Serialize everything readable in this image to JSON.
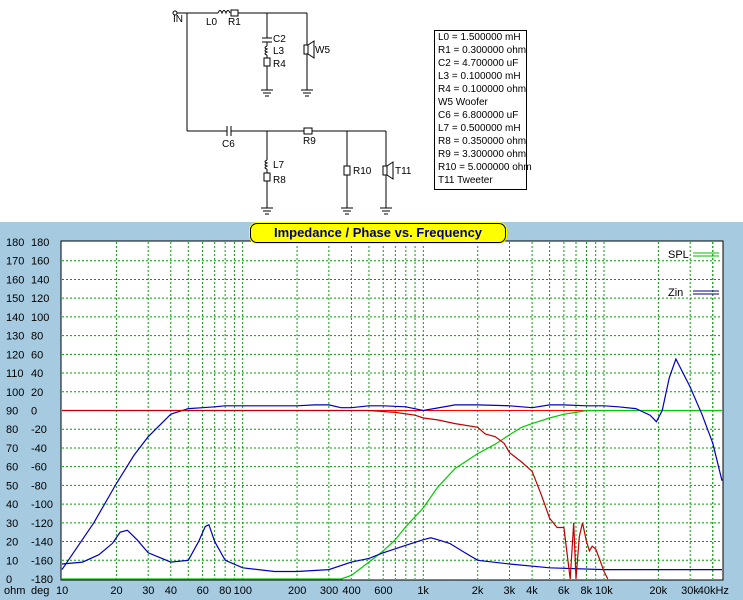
{
  "schematic": {
    "labels": {
      "in": "IN",
      "l0": "L0",
      "r1": "R1",
      "c2": "C2",
      "l3": "L3",
      "r4": "R4",
      "w5": "W5",
      "c6": "C6",
      "l7": "L7",
      "r8": "R8",
      "r9": "R9",
      "r10": "R10",
      "t11": "T11"
    },
    "components": [
      "L0 = 1.500000 mH",
      "R1 = 0.300000 ohm",
      "C2 = 4.700000 uF",
      "L3 = 0.100000 mH",
      "R4 = 0.100000 ohm",
      "W5 Woofer",
      "C6 = 6.800000 uF",
      "L7 = 0.500000 mH",
      "R8 = 0.350000 ohm",
      "R9 = 3.300000 ohm",
      "R10 = 5.000000 ohm",
      "T11 Tweeter"
    ]
  },
  "chart_data": {
    "type": "line",
    "title": "Impedance / Phase vs. Frequency",
    "x_scale": "log",
    "xlim": [
      10,
      45000
    ],
    "x_ticks": [
      10,
      20,
      30,
      40,
      60,
      80,
      100,
      200,
      300,
      400,
      600,
      1000,
      2000,
      3000,
      4000,
      6000,
      8000,
      10000,
      20000,
      30000,
      40000
    ],
    "x_tick_labels": [
      "10",
      "20",
      "30",
      "40",
      "60",
      "80",
      "100",
      "200",
      "300",
      "400",
      "600",
      "1k",
      "2k",
      "3k",
      "4k",
      "6k",
      "8k",
      "10k",
      "20k",
      "30k",
      "40kHz"
    ],
    "y_axes": [
      {
        "unit": "ohm",
        "ticks": [
          "0",
          "10",
          "20",
          "30",
          "40",
          "50",
          "60",
          "70",
          "80",
          "90",
          "100",
          "110",
          "120",
          "130",
          "140",
          "150",
          "160",
          "170",
          "180"
        ],
        "ylim": [
          0,
          180
        ]
      },
      {
        "unit": "deg",
        "ticks": [
          "-180",
          "-160",
          "-140",
          "-120",
          "-100",
          "-80",
          "-60",
          "-40",
          "-20",
          "0",
          "20",
          "40",
          "60",
          "80",
          "100",
          "120",
          "140",
          "160",
          "180"
        ],
        "ylim": [
          -180,
          180
        ]
      }
    ],
    "legend": [
      "SPL",
      "Zin"
    ],
    "legend_colors": [
      "#00bb00",
      "#000080"
    ],
    "grid": true,
    "colors": {
      "plot_bg": "#ffffff",
      "frame_bg": "#a6cae0",
      "grid": "#00a000",
      "axis_ref": "#ff0000"
    },
    "series": [
      {
        "name": "SPL",
        "color": "#00cc00",
        "axis": "ohm",
        "x": [
          10,
          300,
          350,
          400,
          500,
          600,
          700,
          800,
          1000,
          1200,
          1500,
          2000,
          2500,
          3000,
          3500,
          4000,
          5000,
          6000,
          7000,
          8000,
          10000,
          20000,
          45000
        ],
        "y": [
          0,
          0,
          0,
          2,
          9,
          15,
          21,
          28,
          38,
          49,
          59,
          67,
          72,
          77,
          81,
          83,
          86,
          88,
          89,
          90,
          90,
          90,
          90
        ]
      },
      {
        "name": "Zin",
        "color": "#0000c0",
        "axis": "ohm",
        "x": [
          10,
          13,
          16,
          19,
          21,
          23,
          26,
          30,
          40,
          50,
          57,
          62,
          65,
          70,
          80,
          100,
          150,
          200,
          300,
          400,
          500,
          600,
          800,
          1000,
          1100,
          1200,
          1400,
          1700,
          2000,
          3000,
          5000,
          10000,
          45000
        ],
        "y": [
          8,
          9,
          13,
          19,
          25,
          26,
          21,
          14,
          9,
          10,
          20,
          28,
          29,
          20,
          10,
          6,
          4,
          4,
          5,
          9,
          11,
          14,
          18,
          21,
          22,
          21,
          19,
          14,
          10,
          8,
          6,
          5,
          5
        ]
      },
      {
        "name": "",
        "color": "#0000c0",
        "axis": "deg",
        "x": [
          10,
          15,
          20,
          25,
          30,
          40,
          50,
          60,
          70,
          80,
          100,
          150,
          200,
          250,
          300,
          350,
          400,
          500,
          600,
          800,
          1000,
          1500,
          2000,
          3000,
          4000,
          5000,
          6000,
          8000,
          10000,
          12000,
          15000,
          18000,
          19500,
          21000,
          23000,
          25000,
          30000,
          35000,
          40000,
          45000
        ],
        "y": [
          -170,
          -120,
          -78,
          -48,
          -28,
          -4,
          2,
          3,
          4,
          5,
          5,
          5,
          5,
          6,
          6,
          3,
          3,
          5,
          5,
          4,
          0,
          6,
          6,
          5,
          3,
          6,
          6,
          5,
          5,
          4,
          2,
          -5,
          -12,
          0,
          35,
          55,
          25,
          -5,
          -35,
          -75
        ]
      },
      {
        "name": "",
        "color": "#c00000",
        "axis": "deg",
        "x": [
          10,
          300,
          500,
          700,
          900,
          1000,
          1200,
          1500,
          2000,
          2200,
          2500,
          2800,
          3000,
          3500,
          4000,
          4500,
          5000,
          5500,
          6000,
          6500,
          6800,
          7000,
          7300,
          7600,
          8000,
          8300,
          8600,
          9000,
          9500,
          10000,
          10500
        ],
        "y": [
          0,
          0,
          0,
          -2,
          -5,
          -8,
          -10,
          -14,
          -18,
          -25,
          -28,
          -35,
          -45,
          -55,
          -65,
          -90,
          -115,
          -125,
          -125,
          -180,
          -120,
          -180,
          -135,
          -120,
          -140,
          -150,
          -145,
          -148,
          -160,
          -172,
          -180
        ]
      }
    ]
  }
}
